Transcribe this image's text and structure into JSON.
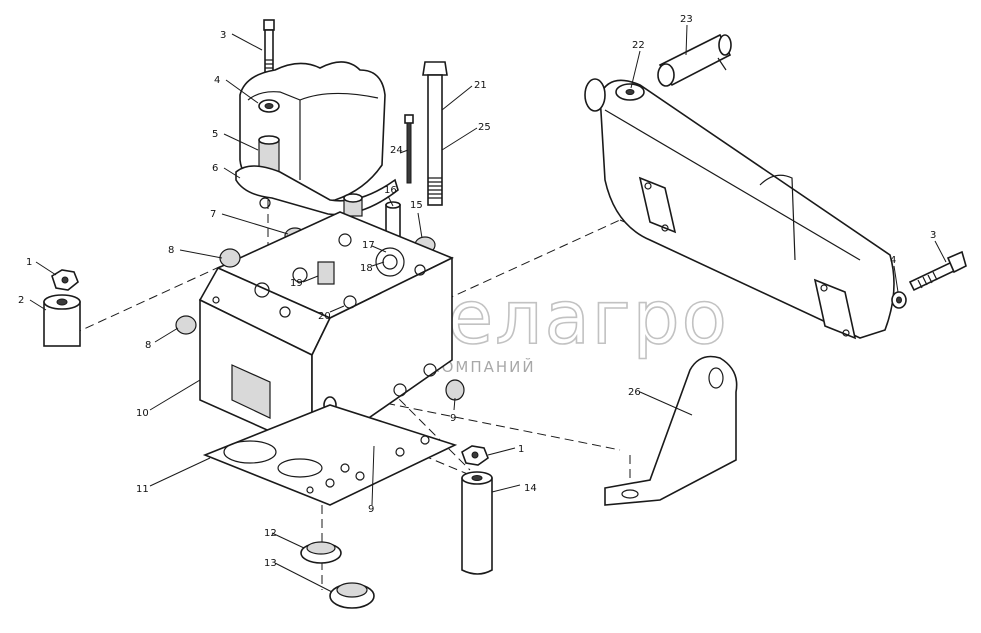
{
  "callouts": [
    "1",
    "2",
    "3",
    "4",
    "5",
    "6",
    "7",
    "8",
    "9",
    "10",
    "11",
    "12",
    "13",
    "14",
    "15",
    "16",
    "17",
    "18",
    "19",
    "20",
    "21",
    "22",
    "23",
    "24",
    "25",
    "26"
  ],
  "watermark": {
    "brand": "белагро",
    "tagline": "ГРУППА КОМПАНИЙ"
  }
}
